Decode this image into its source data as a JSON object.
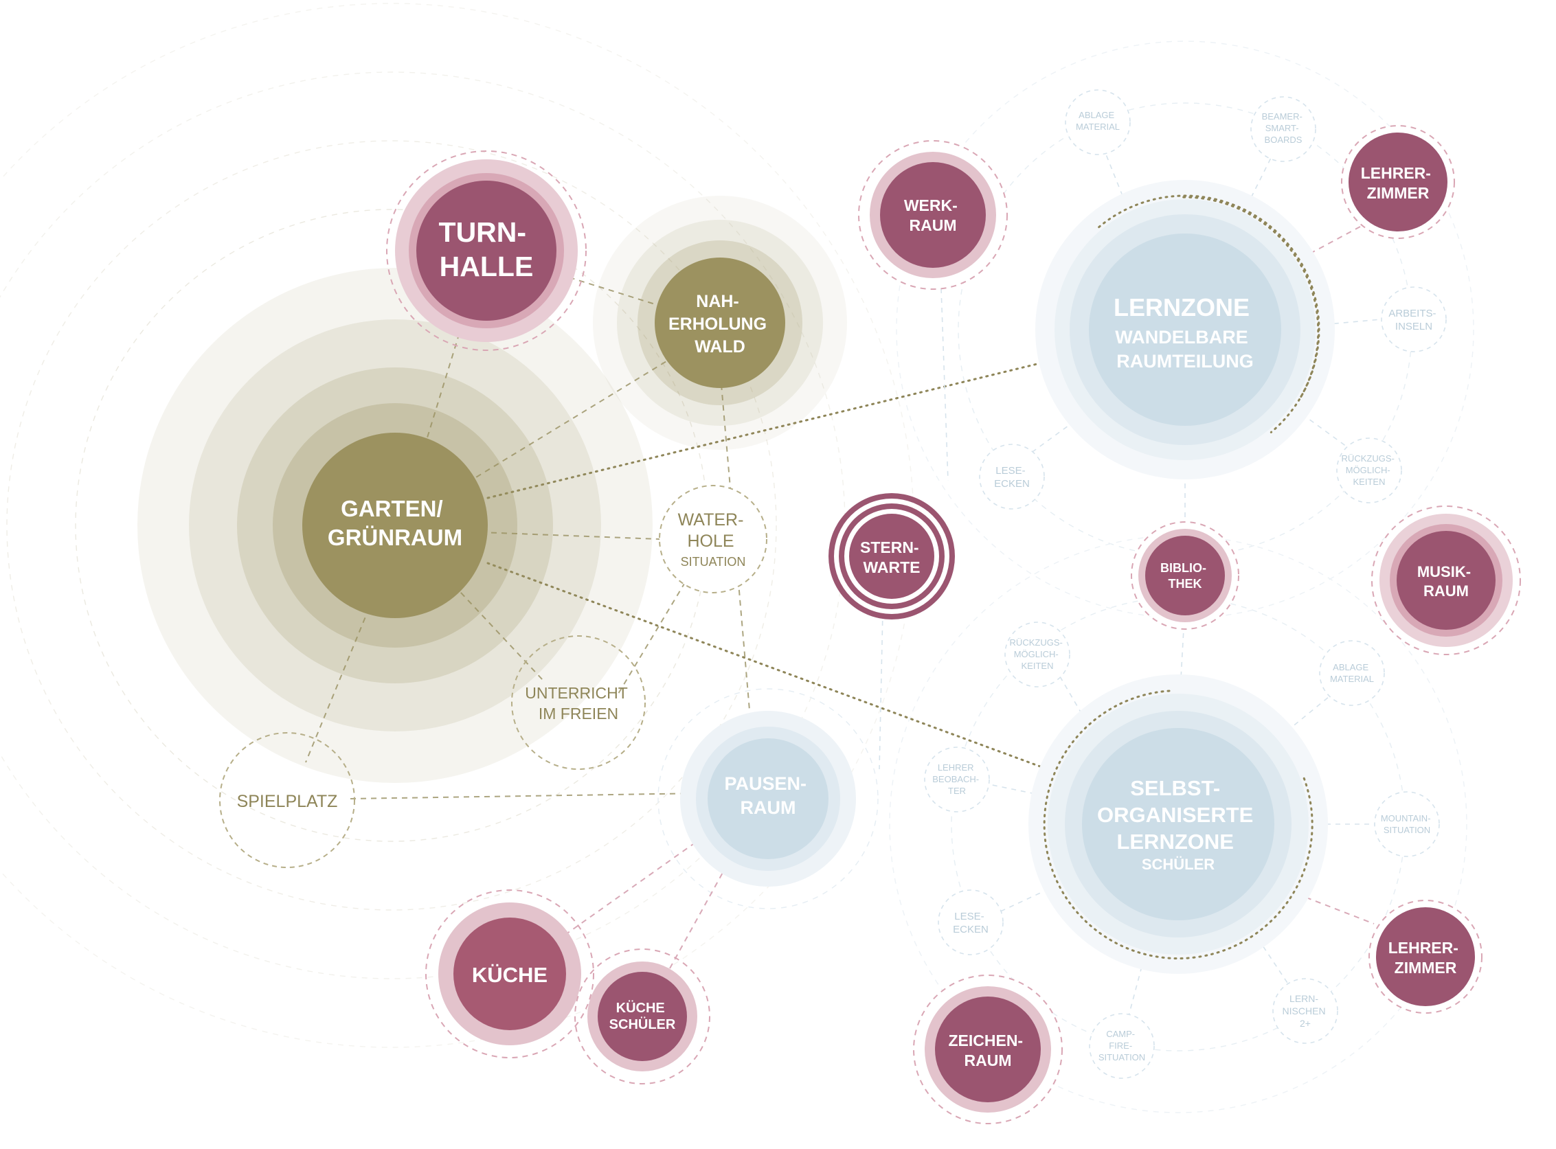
{
  "colors": {
    "mauve": "#9b5570",
    "mauve_light": "#e3c3cc",
    "olive": "#9c9260",
    "olive_light": "#e9e7dc",
    "blue": "#ccdde7",
    "blue_light": "#eef3f7",
    "blue_text": "#b9ccd8",
    "olive_text": "#8e8558"
  },
  "nodes": {
    "turnhalle": [
      "TURN-",
      "HALLE"
    ],
    "naherholung": [
      "NAH-",
      "ERHOLUNG",
      "WALD"
    ],
    "garten": [
      "GARTEN/",
      "GRÜNRAUM"
    ],
    "waterhole": [
      "WATER-",
      "HOLE",
      "SITUATION"
    ],
    "unterricht": [
      "UNTERRICHT",
      "IM FREIEN"
    ],
    "spielplatz": [
      "SPIELPLATZ"
    ],
    "pausenraum": [
      "PAUSEN-",
      "RAUM"
    ],
    "kueche": [
      "KÜCHE"
    ],
    "kueche_schueler": [
      "KÜCHE",
      "SCHÜLER"
    ],
    "werkraum": [
      "WERK-",
      "RAUM"
    ],
    "sternwarte": [
      "STERN-",
      "WARTE"
    ],
    "lernzone": [
      "LERNZONE",
      "WANDELBARE",
      "RAUMTEILUNG"
    ],
    "lehrerzimmer_top": [
      "LEHRER-",
      "ZIMMER"
    ],
    "bibliothek": [
      "BIBLIO-",
      "THEK"
    ],
    "musikraum": [
      "MUSIK-",
      "RAUM"
    ],
    "selbst": [
      "SELBST-",
      "ORGANISERTE",
      "LERNZONE",
      "SCHÜLER"
    ],
    "lehrerzimmer_bottom": [
      "LEHRER-",
      "ZIMMER"
    ],
    "zeichenraum": [
      "ZEICHEN-",
      "RAUM"
    ]
  },
  "satellites": {
    "ablage_top": [
      "ABLAGE",
      "MATERIAL"
    ],
    "beamer": [
      "BEAMER-",
      "SMART-",
      "BOARDS"
    ],
    "arbeitsinseln": [
      "ARBEITS-",
      "INSELN"
    ],
    "rueckzug_top": [
      "RÜCKZUGS-",
      "MÖGLICH-",
      "KEITEN"
    ],
    "leseecken_top": [
      "LESE-",
      "ECKEN"
    ],
    "rueckzug_bottom": [
      "RÜCKZUGS-",
      "MÖGLICH-",
      "KEITEN"
    ],
    "ablage_bottom": [
      "ABLAGE",
      "MATERIAL"
    ],
    "lehrer_beob": [
      "LEHRER",
      "BEOBACH-",
      "TER"
    ],
    "mountain": [
      "MOUNTAIN-",
      "SITUATION"
    ],
    "leseecken_bottom": [
      "LESE-",
      "ECKEN"
    ],
    "lernnischen": [
      "LERN-",
      "NISCHEN",
      "2+"
    ],
    "campfire": [
      "CAMP-",
      "FIRE-",
      "SITUATION"
    ]
  }
}
